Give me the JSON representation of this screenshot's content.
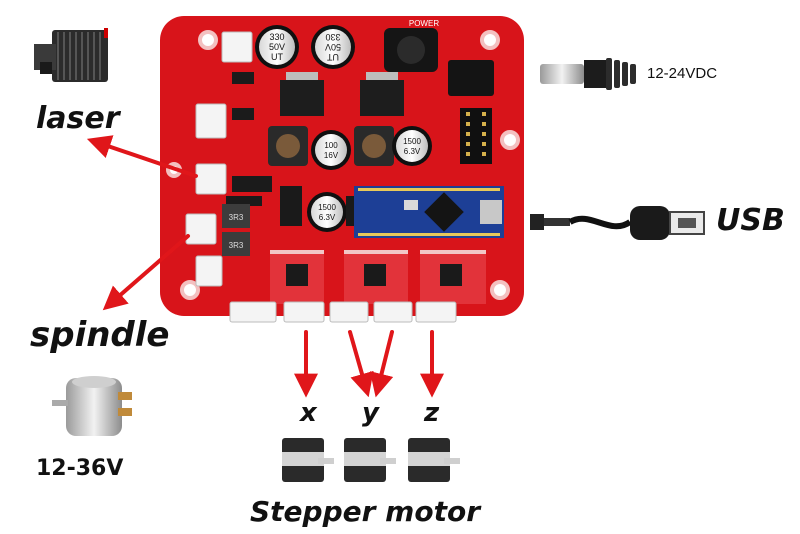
{
  "labels": {
    "laser": "laser",
    "spindle": "spindle",
    "spindle_voltage": "12-36V",
    "power_input": "12-24VDC",
    "usb": "USB",
    "axis_x": "x",
    "axis_y": "y",
    "axis_z": "z",
    "stepper_motor": "Stepper motor"
  },
  "board_marks": {
    "cap1_top": "330",
    "cap1_mid": "50V",
    "cap1_bot": "UT",
    "cap2_top": "330",
    "cap2_mid": "50V",
    "cap2_bot": "UT",
    "power": "POWER",
    "cap3_top": "100",
    "cap3_mid": "16V",
    "cap4_top": "1500",
    "cap4_mid": "6.3V",
    "cap5_top": "1500",
    "cap5_mid": "6.3V",
    "inductor1": "3R3",
    "inductor2": "3R3"
  },
  "colors": {
    "board": "#d8141a",
    "board_dark": "#a80c10",
    "arrow": "#e0161a",
    "arduino": "#1d3f96",
    "driver": "#e2333a",
    "motor_body": "#2a2a2a"
  },
  "icons": [
    "laser-module-icon",
    "dc-barrel-plug-icon",
    "usb-cable-icon",
    "spindle-motor-icon",
    "stepper-motor-icon"
  ]
}
